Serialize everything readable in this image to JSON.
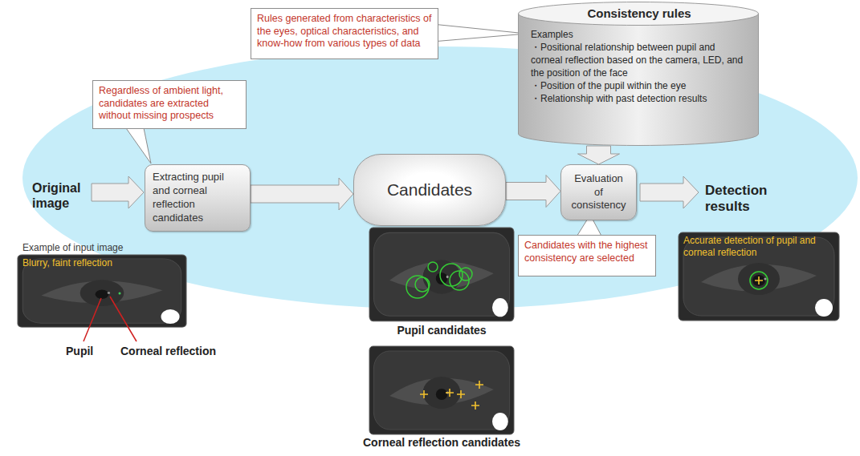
{
  "diagram": {
    "nodes": [
      {
        "text": [
          "Consistency rules",
          "Examples",
          "・Positional relationship between pupil and corneal reflection based on the camera, LED, and the position of the face",
          "・Position of the pupil within the eye",
          "・Relationship with past detection results"
        ]
      },
      {
        "text": [
          "Rules generated from characteristics of the eyes, optical characteristics, and know-how from various types of data"
        ]
      },
      {
        "text": [
          "Regardless of ambient light, candidates are extracted without missing prospects"
        ]
      },
      {
        "text": [
          "Extracting pupil and corneal reflection candidates"
        ]
      },
      {
        "text": [
          "Candidates"
        ]
      },
      {
        "text": [
          "Evaluation of consistency"
        ]
      },
      {
        "text": [
          "Candidates with the highest consistency are selected"
        ]
      }
    ],
    "edges": [
      {
        "from": 3,
        "to": 4,
        "arrow": "to"
      },
      {
        "from": 4,
        "to": 5,
        "arrow": "to"
      },
      {
        "from": 0,
        "to": 5,
        "arrow": "to"
      }
    ],
    "labels": [
      "Original image",
      "Example of input image",
      "Blurry, faint reflection",
      "Pupil",
      "Corneal reflection",
      "Pupil candidates",
      "Corneal reflection candidates",
      "Detection results",
      "Accurate detection of pupil and corneal reflection"
    ]
  }
}
